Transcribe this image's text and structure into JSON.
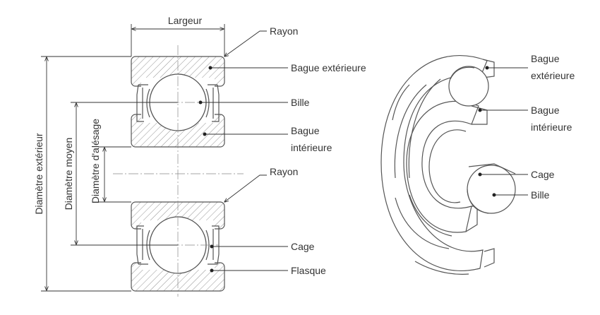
{
  "dimensions": {
    "width": "Largeur",
    "outer_diameter": "Diamètre extérieur",
    "mean_diameter": "Diamètre moyen",
    "bore_diameter": "Diamètre d'alésage"
  },
  "section_labels": {
    "radius_top": "Rayon",
    "outer_ring": "Bague extérieure",
    "ball": "Bille",
    "inner_ring_line1": "Bague",
    "inner_ring_line2": "intérieure",
    "radius_bottom": "Rayon",
    "cage": "Cage",
    "shield": "Flasque"
  },
  "view_3d_labels": {
    "outer_ring_line1": "Bague",
    "outer_ring_line2": "extérieure",
    "inner_ring_line1": "Bague",
    "inner_ring_line2": "intérieure",
    "cage": "Cage",
    "ball": "Bille"
  },
  "colors": {
    "outline": "#555555",
    "hatch": "#777777",
    "leader": "#333333",
    "text": "#333333"
  }
}
